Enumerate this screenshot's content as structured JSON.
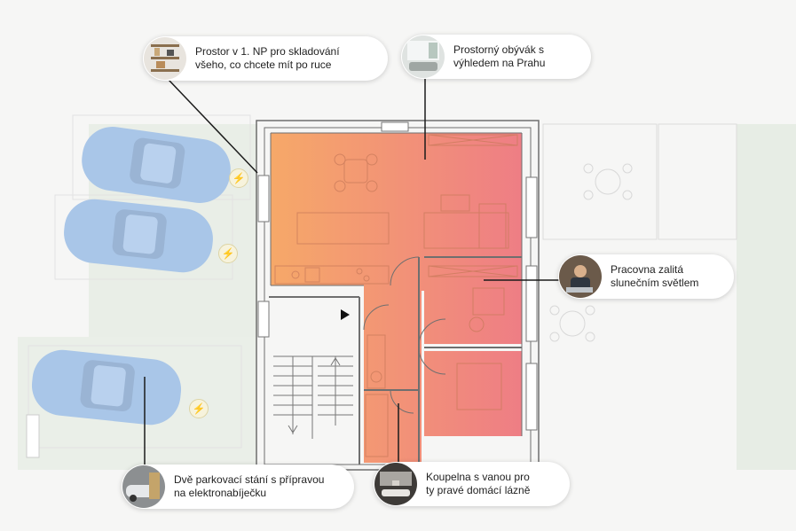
{
  "colors": {
    "gradient_start": "#f6a968",
    "gradient_end": "#ee7c86",
    "car": "#a9c6e8",
    "grass": "#e6ece4",
    "charger": "#d8c35c",
    "wall": "#6a6a6a"
  },
  "callouts": [
    {
      "id": "storage",
      "icon": "shelves-photo",
      "line1": "Prostor v 1. NP pro skladování",
      "line2": "všeho, co chcete mít po ruce"
    },
    {
      "id": "living",
      "icon": "living-room-photo",
      "line1": "Prostorný obývák s",
      "line2": "výhledem na Prahu"
    },
    {
      "id": "study",
      "icon": "person-laptop-photo",
      "line1": "Pracovna zalitá",
      "line2": "slunečním světlem"
    },
    {
      "id": "parking",
      "icon": "car-charging-photo",
      "line1": "Dvě parkovací stání s přípravou",
      "line2": "na elektronabíječku"
    },
    {
      "id": "bathroom",
      "icon": "bathroom-photo",
      "line1": "Koupelna s vanou pro",
      "line2": "ty pravé domácí lázně"
    }
  ],
  "chargers": [
    {
      "icon": "lightning-icon"
    },
    {
      "icon": "lightning-icon"
    },
    {
      "icon": "lightning-icon"
    }
  ],
  "entrance": {
    "icon": "play-arrow-icon"
  }
}
